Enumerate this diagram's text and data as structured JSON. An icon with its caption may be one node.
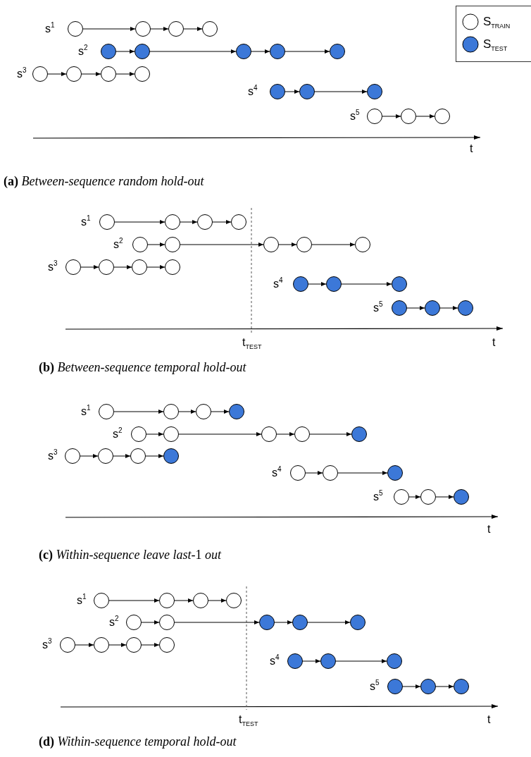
{
  "diagram": {
    "nodes": [
      {
        "text": [],
        "shape": "circle"
      },
      {
        "text": [],
        "shape": "circle"
      },
      {
        "text": [],
        "shape": "circle"
      },
      {
        "text": [],
        "shape": "circle"
      },
      {
        "text": [],
        "shape": "circle"
      },
      {
        "text": [],
        "shape": "circle"
      },
      {
        "text": [],
        "shape": "circle"
      },
      {
        "text": [],
        "shape": "circle"
      },
      {
        "text": [],
        "shape": "circle"
      },
      {
        "text": [],
        "shape": "circle"
      },
      {
        "text": [],
        "shape": "circle"
      },
      {
        "text": [],
        "shape": "circle"
      },
      {
        "text": [],
        "shape": "circle"
      },
      {
        "text": [],
        "shape": "circle"
      },
      {
        "text": [],
        "shape": "circle"
      },
      {
        "text": [],
        "shape": "circle"
      },
      {
        "text": [],
        "shape": "circle"
      },
      {
        "text": [],
        "shape": "circle"
      },
      {
        "text": [],
        "shape": "circle"
      },
      {
        "text": [],
        "shape": "circle"
      },
      {
        "text": [],
        "shape": "circle"
      },
      {
        "text": [],
        "shape": "circle"
      },
      {
        "text": [],
        "shape": "circle"
      },
      {
        "text": [],
        "shape": "circle"
      },
      {
        "text": [],
        "shape": "circle"
      },
      {
        "text": [],
        "shape": "circle"
      },
      {
        "text": [],
        "shape": "circle"
      },
      {
        "text": [],
        "shape": "circle"
      },
      {
        "text": [],
        "shape": "circle"
      },
      {
        "text": [],
        "shape": "circle"
      },
      {
        "text": [],
        "shape": "circle"
      },
      {
        "text": [],
        "shape": "circle"
      },
      {
        "text": [],
        "shape": "circle"
      },
      {
        "text": [],
        "shape": "circle"
      },
      {
        "text": [],
        "shape": "circle"
      },
      {
        "text": [],
        "shape": "circle"
      },
      {
        "text": [],
        "shape": "circle"
      },
      {
        "text": [],
        "shape": "circle"
      },
      {
        "text": [],
        "shape": "circle"
      },
      {
        "text": [],
        "shape": "circle"
      },
      {
        "text": [],
        "shape": "circle"
      },
      {
        "text": [],
        "shape": "circle"
      },
      {
        "text": [],
        "shape": "circle"
      },
      {
        "text": [],
        "shape": "circle"
      },
      {
        "text": [],
        "shape": "circle"
      },
      {
        "text": [],
        "shape": "circle"
      },
      {
        "text": [],
        "shape": "circle"
      },
      {
        "text": [],
        "shape": "circle"
      },
      {
        "text": [],
        "shape": "circle"
      },
      {
        "text": [],
        "shape": "circle"
      },
      {
        "text": [],
        "shape": "circle"
      },
      {
        "text": [],
        "shape": "circle"
      },
      {
        "text": [],
        "shape": "circle"
      },
      {
        "text": [],
        "shape": "circle"
      },
      {
        "text": [],
        "shape": "circle"
      },
      {
        "text": [],
        "shape": "circle"
      },
      {
        "text": [],
        "shape": "circle"
      },
      {
        "text": [],
        "shape": "circle"
      },
      {
        "text": [],
        "shape": "circle"
      },
      {
        "text": [],
        "shape": "circle"
      },
      {
        "text": [],
        "shape": "circle"
      },
      {
        "text": [],
        "shape": "circle"
      },
      {
        "text": [],
        "shape": "circle"
      },
      {
        "text": [],
        "shape": "circle"
      },
      {
        "text": [],
        "shape": "circle"
      },
      {
        "text": [],
        "shape": "circle"
      },
      {
        "text": [],
        "shape": "circle"
      },
      {
        "text": [],
        "shape": "circle"
      },
      {
        "text": [],
        "shape": "circle"
      },
      {
        "text": [],
        "shape": "circle"
      },
      {
        "text": [],
        "shape": "circle"
      },
      {
        "text": [],
        "shape": "circle"
      },
      {
        "text": [],
        "shape": "circle"
      },
      {
        "text": [],
        "shape": "circle"
      },
      {
        "text": [],
        "shape": "circle"
      },
      {
        "text": [],
        "shape": "circle"
      }
    ],
    "edges": [
      {
        "from": 0,
        "to": 1,
        "arrow": "to"
      },
      {
        "from": 1,
        "to": 2,
        "arrow": "to"
      },
      {
        "from": 2,
        "to": 3,
        "arrow": "to"
      },
      {
        "from": 4,
        "to": 5,
        "arrow": "to"
      },
      {
        "from": 5,
        "to": 6,
        "arrow": "to"
      },
      {
        "from": 6,
        "to": 7,
        "arrow": "to"
      },
      {
        "from": 7,
        "to": 8,
        "arrow": "to"
      },
      {
        "from": 9,
        "to": 10,
        "arrow": "to"
      },
      {
        "from": 10,
        "to": 11,
        "arrow": "to"
      },
      {
        "from": 11,
        "to": 12,
        "arrow": "to"
      },
      {
        "from": 13,
        "to": 14,
        "arrow": "to"
      },
      {
        "from": 14,
        "to": 15,
        "arrow": "to"
      },
      {
        "from": 16,
        "to": 17,
        "arrow": "to"
      },
      {
        "from": 17,
        "to": 18,
        "arrow": "to"
      },
      {
        "from": 19,
        "to": 20,
        "arrow": "to"
      },
      {
        "from": 20,
        "to": 21,
        "arrow": "to"
      },
      {
        "from": 21,
        "to": 22,
        "arrow": "to"
      },
      {
        "from": 23,
        "to": 24,
        "arrow": "to"
      },
      {
        "from": 24,
        "to": 25,
        "arrow": "to"
      },
      {
        "from": 25,
        "to": 26,
        "arrow": "to"
      },
      {
        "from": 26,
        "to": 27,
        "arrow": "to"
      },
      {
        "from": 28,
        "to": 29,
        "arrow": "to"
      },
      {
        "from": 29,
        "to": 30,
        "arrow": "to"
      },
      {
        "from": 30,
        "to": 31,
        "arrow": "to"
      },
      {
        "from": 32,
        "to": 33,
        "arrow": "to"
      },
      {
        "from": 33,
        "to": 34,
        "arrow": "to"
      },
      {
        "from": 35,
        "to": 36,
        "arrow": "to"
      },
      {
        "from": 36,
        "to": 37,
        "arrow": "to"
      },
      {
        "from": 38,
        "to": 39,
        "arrow": "to"
      },
      {
        "from": 39,
        "to": 40,
        "arrow": "to"
      },
      {
        "from": 40,
        "to": 41,
        "arrow": "to"
      },
      {
        "from": 42,
        "to": 43,
        "arrow": "to"
      },
      {
        "from": 43,
        "to": 44,
        "arrow": "to"
      },
      {
        "from": 44,
        "to": 45,
        "arrow": "to"
      },
      {
        "from": 45,
        "to": 46,
        "arrow": "to"
      },
      {
        "from": 47,
        "to": 48,
        "arrow": "to"
      },
      {
        "from": 48,
        "to": 49,
        "arrow": "to"
      },
      {
        "from": 49,
        "to": 50,
        "arrow": "to"
      },
      {
        "from": 51,
        "to": 52,
        "arrow": "to"
      },
      {
        "from": 52,
        "to": 53,
        "arrow": "to"
      },
      {
        "from": 54,
        "to": 55,
        "arrow": "to"
      },
      {
        "from": 55,
        "to": 56,
        "arrow": "to"
      },
      {
        "from": 57,
        "to": 58,
        "arrow": "to"
      },
      {
        "from": 58,
        "to": 59,
        "arrow": "to"
      },
      {
        "from": 59,
        "to": 60,
        "arrow": "to"
      },
      {
        "from": 61,
        "to": 62,
        "arrow": "to"
      },
      {
        "from": 62,
        "to": 63,
        "arrow": "to"
      },
      {
        "from": 63,
        "to": 64,
        "arrow": "to"
      },
      {
        "from": 64,
        "to": 65,
        "arrow": "to"
      },
      {
        "from": 66,
        "to": 67,
        "arrow": "to"
      },
      {
        "from": 67,
        "to": 68,
        "arrow": "to"
      },
      {
        "from": 68,
        "to": 69,
        "arrow": "to"
      },
      {
        "from": 70,
        "to": 71,
        "arrow": "to"
      },
      {
        "from": 71,
        "to": 72,
        "arrow": "to"
      },
      {
        "from": 73,
        "to": 74,
        "arrow": "to"
      },
      {
        "from": 74,
        "to": 75,
        "arrow": "to"
      }
    ],
    "labels": [
      "s$^{1}$",
      "s$^{2}$",
      "s$^{3}$",
      "s$^{4}$",
      "s$^{5}$",
      "t",
      "**(a)** *Between-sequence random hold-out*",
      "s$^{1}$",
      "s$^{2}$",
      "s$^{3}$",
      "s$^{4}$",
      "s$^{5}$",
      "t$_{TEST}$",
      "t",
      "**(b)** *Between-sequence temporal hold-out*",
      "s$^{1}$",
      "s$^{2}$",
      "s$^{3}$",
      "s$^{4}$",
      "s$^{5}$",
      "t",
      "**(c)** *Within-sequence leave last*-1 *out*",
      "s$^{1}$",
      "s$^{2}$",
      "s$^{3}$",
      "s$^{4}$",
      "s$^{5}$",
      "t$_{TEST}$",
      "t",
      "**(d)** *Within-sequence temporal hold-out*"
    ],
    "legend": [
      {
        "text": "S$_{TRAIN}$",
        "color": "#ffffff"
      },
      {
        "text": "S$_{TEST}$",
        "color": "#3c78d8"
      }
    ]
  }
}
